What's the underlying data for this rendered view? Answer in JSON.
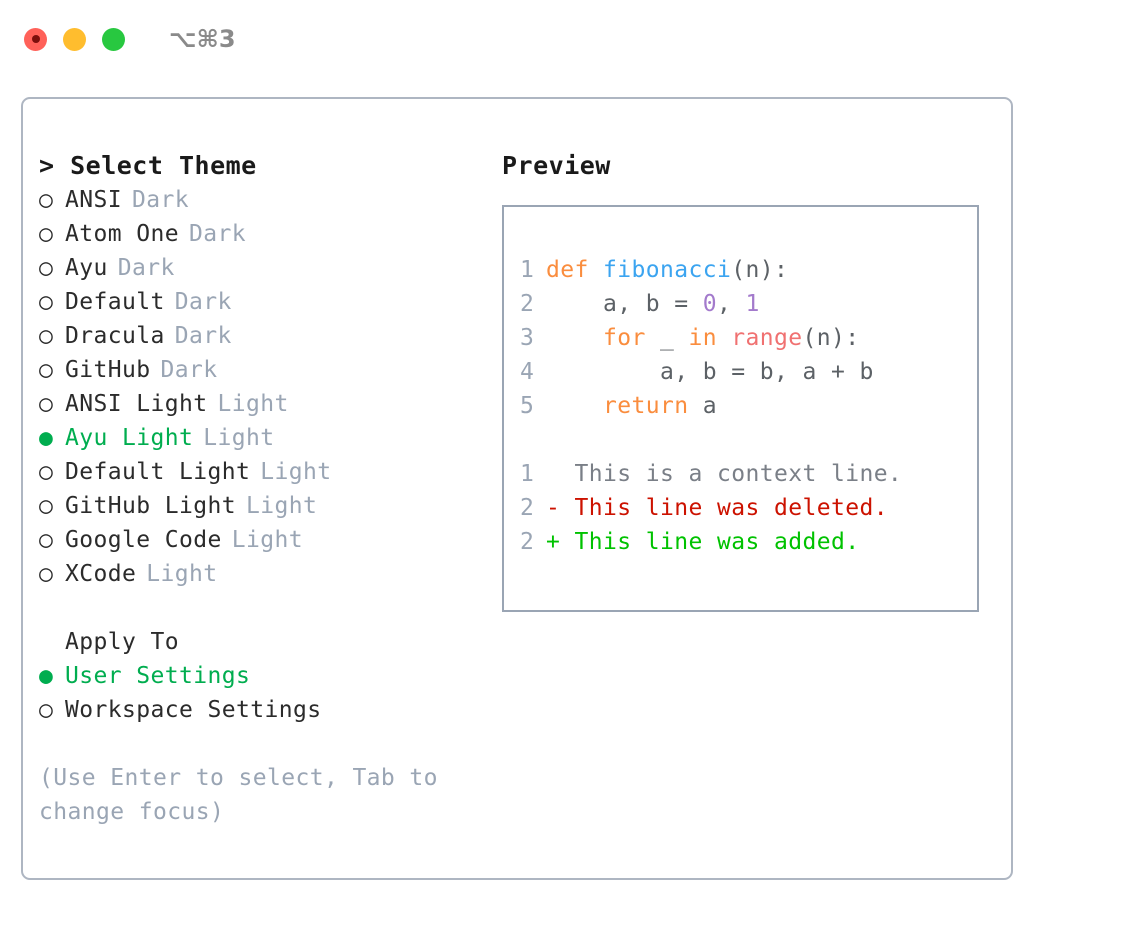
{
  "titlebar": {
    "shortcut": "⌥⌘3",
    "lights": [
      {
        "name": "close-button",
        "color": "#ff6159"
      },
      {
        "name": "minimize-button",
        "color": "#ffbd2e"
      },
      {
        "name": "maximize-button",
        "color": "#28c840"
      }
    ]
  },
  "theme_picker": {
    "heading": "> Select Theme",
    "options": [
      {
        "bullet": "○",
        "label": "ANSI",
        "tag": "Dark",
        "selected": false
      },
      {
        "bullet": "○",
        "label": "Atom One",
        "tag": "Dark",
        "selected": false
      },
      {
        "bullet": "○",
        "label": "Ayu",
        "tag": "Dark",
        "selected": false
      },
      {
        "bullet": "○",
        "label": "Default",
        "tag": "Dark",
        "selected": false
      },
      {
        "bullet": "○",
        "label": "Dracula",
        "tag": "Dark",
        "selected": false
      },
      {
        "bullet": "○",
        "label": "GitHub",
        "tag": "Dark",
        "selected": false
      },
      {
        "bullet": "○",
        "label": "ANSI Light",
        "tag": "Light",
        "selected": false
      },
      {
        "bullet": "●",
        "label": "Ayu Light",
        "tag": "Light",
        "selected": true
      },
      {
        "bullet": "○",
        "label": "Default Light",
        "tag": "Light",
        "selected": false
      },
      {
        "bullet": "○",
        "label": "GitHub Light",
        "tag": "Light",
        "selected": false
      },
      {
        "bullet": "○",
        "label": "Google Code",
        "tag": "Light",
        "selected": false
      },
      {
        "bullet": "○",
        "label": "XCode",
        "tag": "Light",
        "selected": false
      }
    ]
  },
  "apply_to": {
    "heading": "Apply To",
    "options": [
      {
        "bullet": "●",
        "label": "User Settings",
        "selected": true
      },
      {
        "bullet": "○",
        "label": "Workspace Settings",
        "selected": false
      }
    ]
  },
  "hint": "(Use Enter to select, Tab to change focus)",
  "preview": {
    "heading": "Preview",
    "code_lines": [
      {
        "number": "1",
        "tokens": [
          {
            "text": "def ",
            "kind": "kw"
          },
          {
            "text": "fibonacci",
            "kind": "fn"
          },
          {
            "text": "(n):",
            "kind": "pl"
          }
        ]
      },
      {
        "number": "2",
        "tokens": [
          {
            "text": "    a, b = ",
            "kind": "pl"
          },
          {
            "text": "0",
            "kind": "num"
          },
          {
            "text": ", ",
            "kind": "pl"
          },
          {
            "text": "1",
            "kind": "num"
          }
        ]
      },
      {
        "number": "3",
        "tokens": [
          {
            "text": "    ",
            "kind": "pl"
          },
          {
            "text": "for",
            "kind": "kw"
          },
          {
            "text": " _ ",
            "kind": "pl"
          },
          {
            "text": "in",
            "kind": "kw"
          },
          {
            "text": " ",
            "kind": "pl"
          },
          {
            "text": "range",
            "kind": "bi"
          },
          {
            "text": "(n):",
            "kind": "pl"
          }
        ]
      },
      {
        "number": "4",
        "tokens": [
          {
            "text": "        a, b = b, a + b",
            "kind": "pl"
          }
        ]
      },
      {
        "number": "5",
        "tokens": [
          {
            "text": "    ",
            "kind": "pl"
          },
          {
            "text": "return",
            "kind": "kw"
          },
          {
            "text": " a",
            "kind": "pl"
          }
        ]
      }
    ],
    "diff_lines": [
      {
        "number": "1",
        "marker": " ",
        "text": " This is a context line.",
        "kind": "ctx"
      },
      {
        "number": "2",
        "marker": "-",
        "text": " This line was deleted.",
        "kind": "del"
      },
      {
        "number": "2",
        "marker": "+",
        "text": " This line was added.",
        "kind": "add"
      }
    ]
  },
  "colors": {
    "accent_green": "#00ad4f",
    "muted": "#9aa5b4",
    "border": "#aeb6c2",
    "keyword": "#fa8d3e",
    "function": "#3ba4f0",
    "number": "#a37acc",
    "builtin": "#f07171",
    "diff_deleted": "#cc1200",
    "diff_added": "#00c200"
  }
}
